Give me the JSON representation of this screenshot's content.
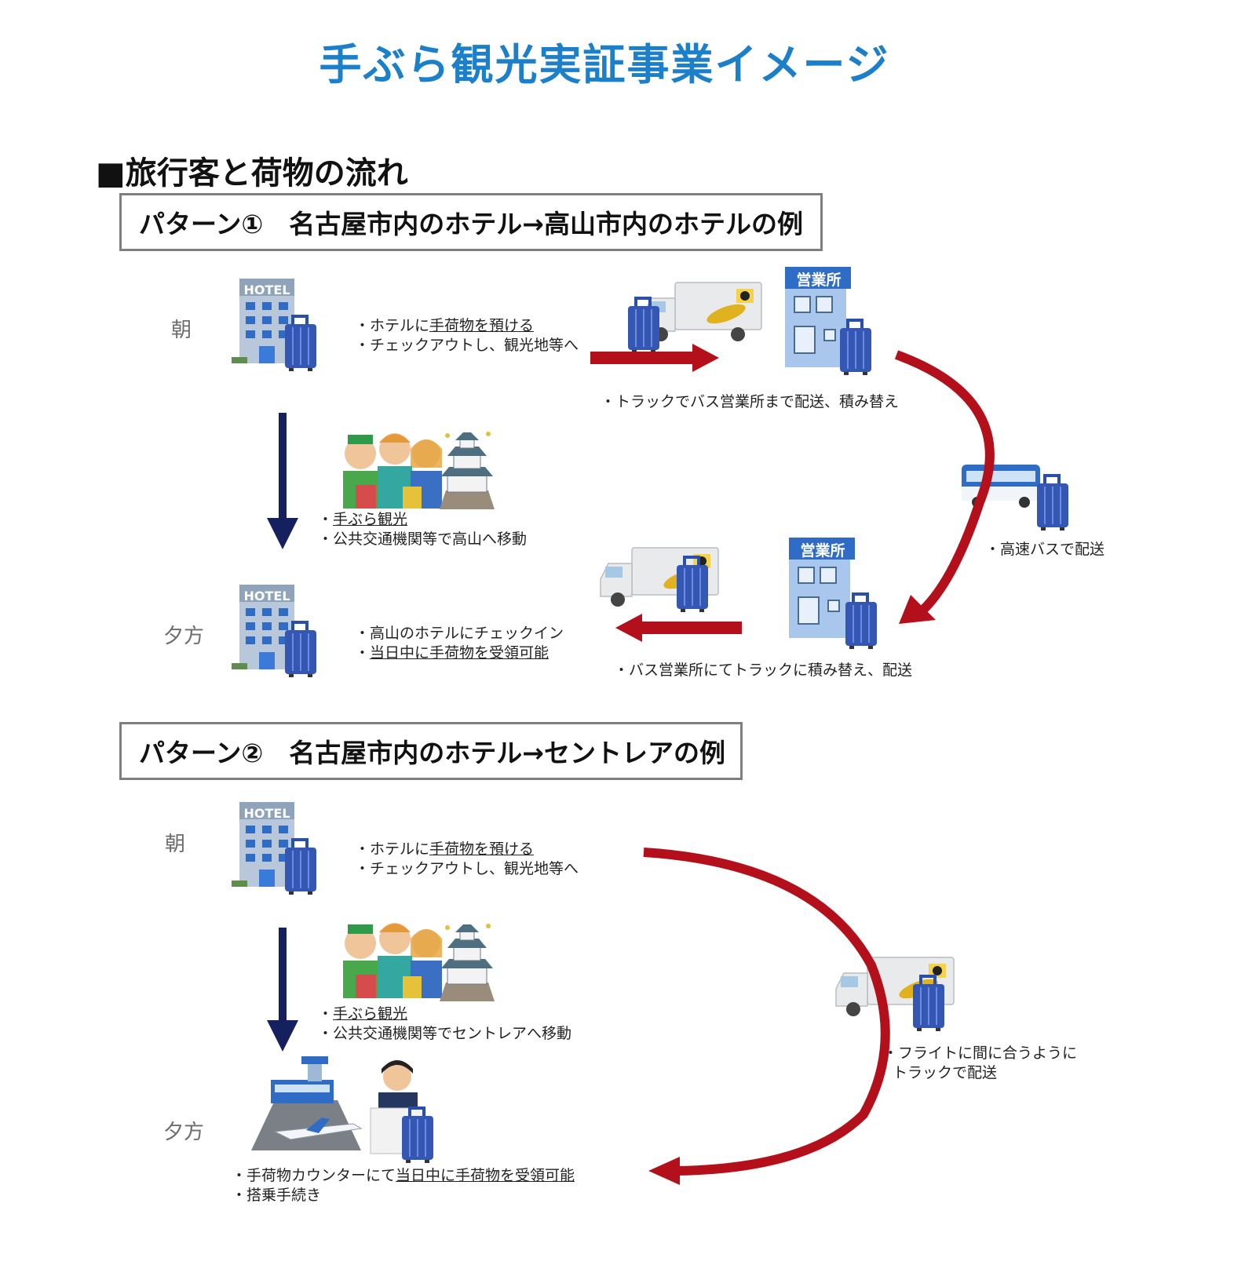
{
  "title": "手ぶら観光実証事業イメージ",
  "section_heading": "■旅行客と荷物の流れ",
  "pattern1": {
    "heading": "パターン①　名古屋市内のホテル→高山市内のホテルの例",
    "morning_label": "朝",
    "evening_label": "夕方",
    "hotel_sign": "HOTEL",
    "morning_note": {
      "bullet1_prefix": "・ホテルに",
      "bullet1_underlined": "手荷物を預ける",
      "bullet2": "・チェックアウトし、観光地等へ"
    },
    "sightseeing_note": {
      "bullet1_prefix": "・",
      "bullet1_underlined": "手ぶら観光",
      "bullet2": "・公共交通機関等で高山へ移動"
    },
    "evening_note": {
      "bullet1": "・高山のホテルにチェックイン",
      "bullet2_prefix": "・",
      "bullet2_underlined": "当日中に手荷物を受領可能"
    },
    "office_sign": "営業所",
    "truck_note": "・トラックでバス営業所まで配送、積み替え",
    "bus_note": "・高速バスで配送",
    "transfer_note": "・バス営業所にてトラックに積み替え、配送"
  },
  "pattern2": {
    "heading": "パターン②　名古屋市内のホテル→セントレアの例",
    "morning_label": "朝",
    "evening_label": "夕方",
    "hotel_sign": "HOTEL",
    "morning_note": {
      "bullet1_prefix": "・ホテルに",
      "bullet1_underlined": "手荷物を預ける",
      "bullet2": "・チェックアウトし、観光地等へ"
    },
    "sightseeing_note": {
      "bullet1_prefix": "・",
      "bullet1_underlined": "手ぶら観光",
      "bullet2": "・公共交通機関等でセントレアへ移動"
    },
    "airport_note": {
      "bullet1_prefix": "・手荷物カウンターにて",
      "bullet1_underlined": "当日中に手荷物を受領可能",
      "bullet2": "・搭乗手続き"
    },
    "truck_note": {
      "line1": "・フライトに間に合うように",
      "line2": "トラックで配送"
    }
  },
  "colors": {
    "title_blue": "#1b7fc9",
    "red_arrow": "#b3101b",
    "navy_arrow": "#14215e",
    "building_blue": "#a9c7ec",
    "suitcase_blue": "#3457b3"
  }
}
